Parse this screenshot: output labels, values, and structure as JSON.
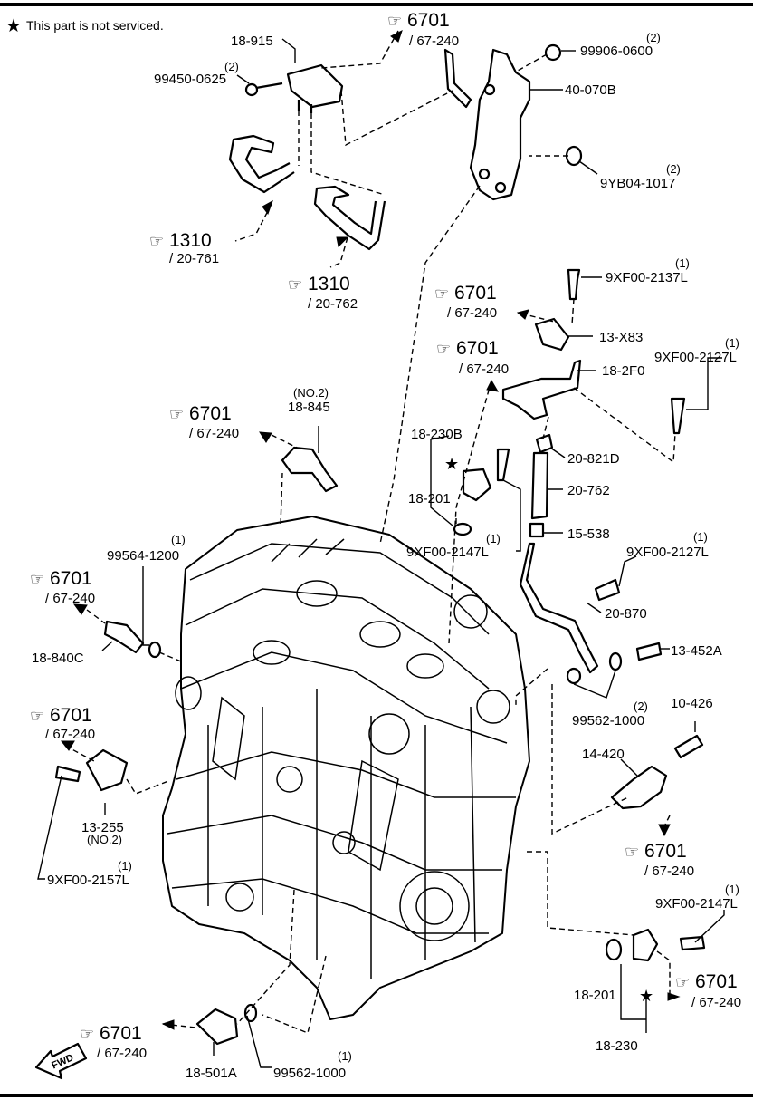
{
  "note": {
    "star": "★",
    "text": "This part is not serviced."
  },
  "refs": [
    {
      "num": "6701",
      "sub": "/ 67-240"
    },
    {
      "num": "1310",
      "sub": "/ 20-761"
    },
    {
      "num": "1310",
      "sub": "/ 20-762"
    },
    {
      "num": "6701",
      "sub": "/ 67-240"
    },
    {
      "num": "6701",
      "sub": "/ 67-240"
    },
    {
      "num": "6701",
      "sub": "/ 67-240"
    },
    {
      "num": "6701",
      "sub": "/ 67-240"
    },
    {
      "num": "6701",
      "sub": "/ 67-240"
    },
    {
      "num": "6701",
      "sub": "/ 67-240"
    },
    {
      "num": "6701",
      "sub": "/ 67-240"
    },
    {
      "num": "6701",
      "sub": "/ 67-240"
    }
  ],
  "parts": [
    {
      "code": "18-915"
    },
    {
      "code": "99450-0625",
      "qty": "(2)"
    },
    {
      "code": "99906-0600",
      "qty": "(2)"
    },
    {
      "code": "40-070B"
    },
    {
      "code": "9YB04-1017",
      "qty": "(2)"
    },
    {
      "code": "9XF00-2137L",
      "qty": "(1)"
    },
    {
      "code": "13-X83"
    },
    {
      "code": "9XF00-2127L",
      "qty": "(1)"
    },
    {
      "code": "18-2F0"
    },
    {
      "code": "18-845",
      "qty": "(NO.2)"
    },
    {
      "code": "18-230B"
    },
    {
      "code": "18-201"
    },
    {
      "code": "9XF00-2147L",
      "qty": "(1)"
    },
    {
      "code": "20-821D"
    },
    {
      "code": "20-762"
    },
    {
      "code": "15-538"
    },
    {
      "code": "9XF00-2127L",
      "qty": "(1)"
    },
    {
      "code": "20-870"
    },
    {
      "code": "13-452A"
    },
    {
      "code": "99562-1000",
      "qty": "(2)"
    },
    {
      "code": "10-426"
    },
    {
      "code": "14-420"
    },
    {
      "code": "99564-1200",
      "qty": "(1)"
    },
    {
      "code": "18-840C"
    },
    {
      "code": "13-255",
      "qty": "(NO.2)"
    },
    {
      "code": "9XF00-2157L",
      "qty": "(1)"
    },
    {
      "code": "9XF00-2147L",
      "qty": "(1)"
    },
    {
      "code": "18-201"
    },
    {
      "code": "18-230"
    },
    {
      "code": "18-501A"
    },
    {
      "code": "99562-1000",
      "qty": "(1)"
    }
  ],
  "fwd": "FWD"
}
